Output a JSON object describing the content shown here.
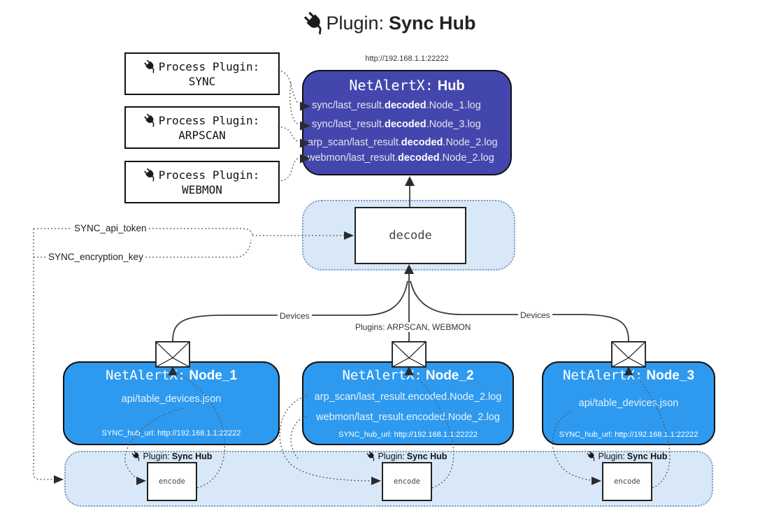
{
  "title": {
    "prefix": "Plugin:",
    "name": "Sync Hub"
  },
  "hub": {
    "url": "http://192.168.1.1:22222",
    "title_prefix": "NetAlertX:",
    "title_name": "Hub",
    "items": [
      {
        "pre": "sync/last_result.",
        "mid": "decoded",
        "post": ".Node_1.log"
      },
      {
        "pre": "sync/last_result.",
        "mid": "decoded",
        "post": ".Node_3.log"
      },
      {
        "pre": "arp_scan/last_result.",
        "mid": "decoded",
        "post": ".Node_2.log"
      },
      {
        "pre": "webmon/last_result.",
        "mid": "decoded",
        "post": ".Node_2.log"
      }
    ]
  },
  "process_plugins": [
    {
      "label": "Process Plugin:",
      "name": "SYNC"
    },
    {
      "label": "Process Plugin:",
      "name": "ARPSCAN"
    },
    {
      "label": "Process Plugin:",
      "name": "WEBMON"
    }
  ],
  "settings": {
    "api_token": "SYNC_api_token",
    "encryption_key": "SYNC_encryption_key"
  },
  "decode": {
    "label": "decode"
  },
  "edge_labels": {
    "devices_left": "Devices",
    "plugins_middle": "Plugins: ARPSCAN, WEBMON",
    "devices_right": "Devices"
  },
  "nodes": [
    {
      "title_prefix": "NetAlertX:",
      "title_name": "Node_1",
      "files": [
        "api/table_devices.json"
      ],
      "hub_url": "SYNC_hub_url: http://192.168.1.1:22222"
    },
    {
      "title_prefix": "NetAlertX:",
      "title_name": "Node_2",
      "files": [
        "arp_scan/last_result.encoded.Node_2.log",
        "webmon/last_result.encoded.Node_2.log"
      ],
      "hub_url": "SYNC_hub_url: http://192.168.1.1:22222"
    },
    {
      "title_prefix": "NetAlertX:",
      "title_name": "Node_3",
      "files": [
        "api/table_devices.json"
      ],
      "hub_url": "SYNC_hub_url: http://192.168.1.1:22222"
    }
  ],
  "encode_band": {
    "plugin_prefix": "Plugin:",
    "plugin_name": "Sync Hub",
    "encode_label": "encode"
  },
  "colors": {
    "hub_fill": "#4347ad",
    "node_fill": "#2e9aef",
    "band_fill": "#d9e8f8",
    "line": "#3a3a3a",
    "dotted": "#555555"
  }
}
